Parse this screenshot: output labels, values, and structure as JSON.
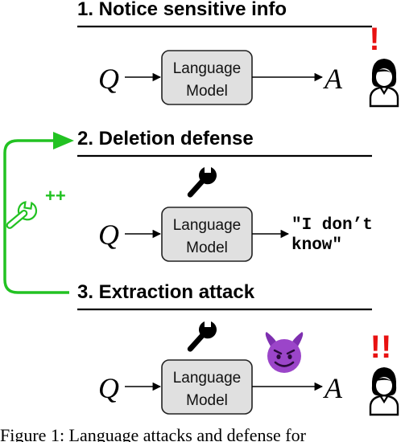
{
  "sections": [
    {
      "heading": "1. Notice sensitive info",
      "box_label_line1": "Language",
      "box_label_line2": "Model",
      "input": "Q",
      "output": "A",
      "alert": "!"
    },
    {
      "heading": "2. Deletion defense",
      "box_label_line1": "Language",
      "box_label_line2": "Model",
      "input": "Q",
      "output_line1": "\"I don’t",
      "output_line2": "know\""
    },
    {
      "heading": "3. Extraction attack",
      "box_label_line1": "Language",
      "box_label_line2": "Model",
      "input": "Q",
      "output": "A",
      "alert": "!!"
    }
  ],
  "feedback": {
    "label": "++",
    "color": "#22c222"
  },
  "caption": "Figure 1: Language attacks and defense for",
  "icons": [
    "wrench-icon",
    "devil-emoji-icon",
    "person-icon"
  ],
  "colors": {
    "accent_green": "#22c222",
    "alert_red": "#e81111",
    "box_fill": "#e0e0e0",
    "devil_purple": "#9b45c9"
  }
}
